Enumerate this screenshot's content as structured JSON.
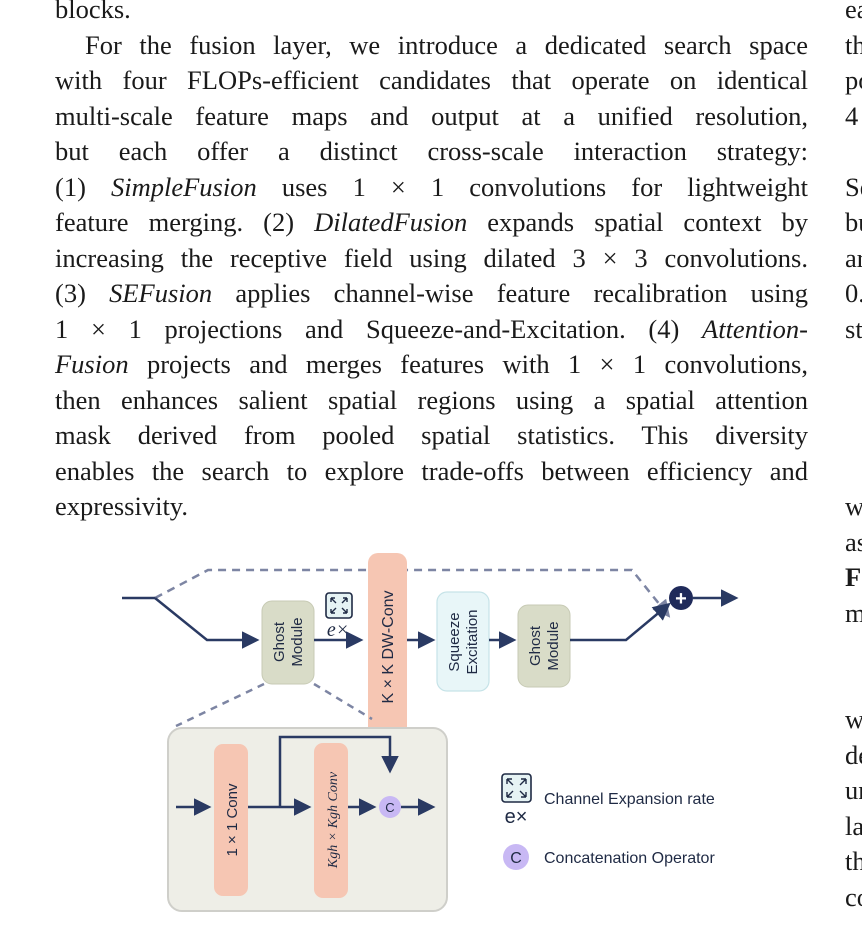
{
  "paper": {
    "top_fragment": "blocks.",
    "paragraph_lines": [
      "For the fusion layer, we introduce a dedicated search space",
      "with four FLOPs-efficient candidates that operate on identical",
      "multi-scale feature maps and output at a unified resolution,",
      "but each offer a distinct cross-scale interaction strategy:",
      [
        "(1) ",
        "SimpleFusion",
        " uses 1 × 1 convolutions for lightweight"
      ],
      [
        "feature merging. (2) ",
        "DilatedFusion",
        " expands spatial context by"
      ],
      "increasing the receptive field using dilated 3 × 3 convolutions.",
      [
        "(3) ",
        "SEFusion",
        " applies channel-wise feature recalibration using"
      ],
      [
        "1 × 1 projections and Squeeze-and-Excitation. (4) ",
        "Attention-"
      ],
      [
        "Fusion",
        " projects and merges features with 1 × 1 convolutions,"
      ],
      "then enhances salient spatial regions using a spatial attention",
      "mask derived from pooled spatial statistics. This diversity",
      "enables the search to explore trade-offs between efficiency and",
      "expressivity."
    ],
    "right_column_fragments": [
      "ea",
      "th",
      "po",
      "4",
      "",
      "Se",
      "bu",
      "ar",
      "0.",
      "st",
      "",
      "",
      "",
      "",
      "w",
      "as",
      "F",
      "m",
      "",
      "",
      "w",
      "de",
      "un",
      "la",
      "th",
      "co"
    ]
  },
  "figure": {
    "ghost_module_label": [
      "Ghost",
      "Module"
    ],
    "expansion_label": "e×",
    "dwconv_label": "K × K DW-Conv",
    "squeeze_label": [
      "Squeeze",
      "Excitation"
    ],
    "ghost_module2_label": [
      "Ghost",
      "Module"
    ],
    "conv1x1_label": "1 × 1 Conv",
    "conv_kgh_label": "Kgh × Kgh Conv",
    "concat_symbol": "C",
    "add_symbol": "+",
    "legend": {
      "expansion_symbol": "e×",
      "expansion_text": "Channel Expansion rate",
      "concat_symbol": "C",
      "concat_text": "Concatenation Operator"
    },
    "colors": {
      "ghost": "#d9dcc8",
      "dwconv": "#f6c6b3",
      "squeeze": "#e8f6f8",
      "detail_bg": "#eeeee7",
      "concat": "#c8b8f4",
      "line": "#2a3a63",
      "dashed": "#7d85a3"
    }
  }
}
